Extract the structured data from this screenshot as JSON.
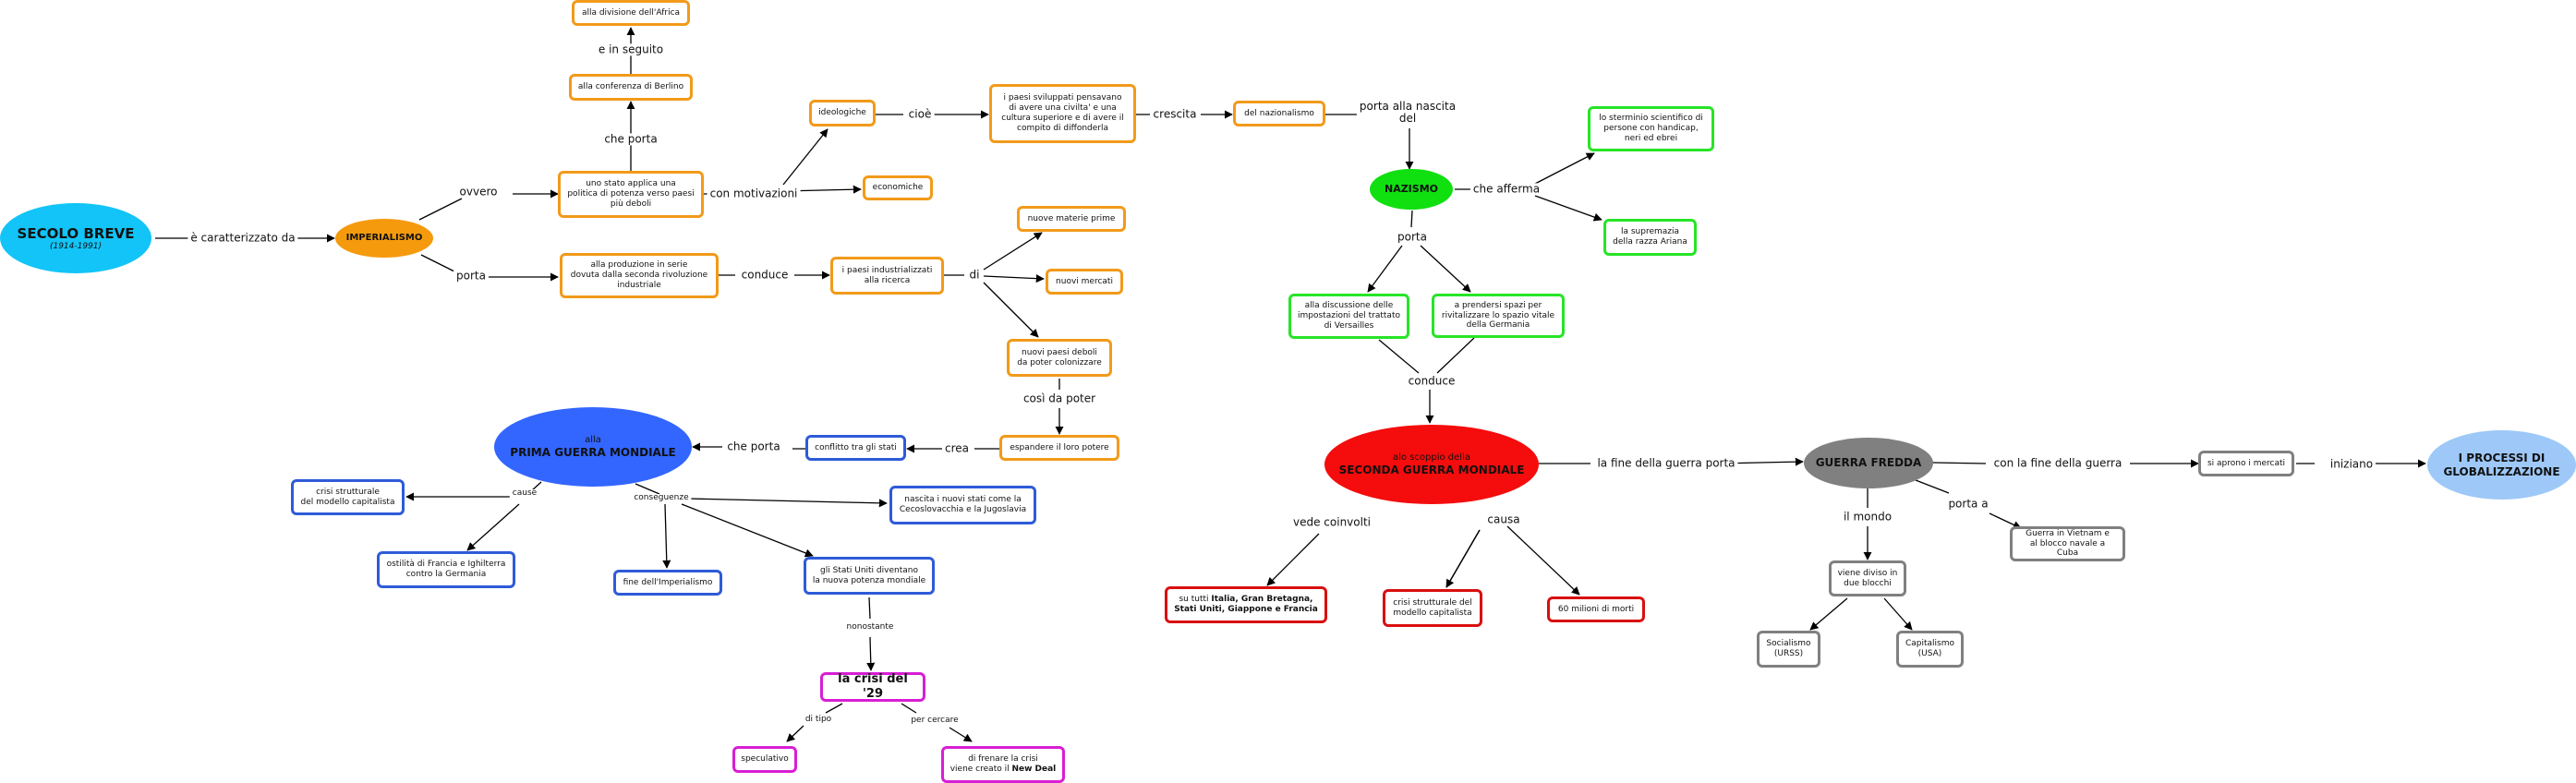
{
  "nodes": {
    "secolo_breve": {
      "title": "SECOLO BREVE",
      "subtitle": "(1914-1991)"
    },
    "imperialismo": "IMPERIALISMO",
    "divisione_africa": "alla divisione dell'Africa",
    "conferenza_berlino": "alla conferenza di Berlino",
    "stato_potenza": "uno stato applica una\npolitica di potenza verso paesi\npiù deboli",
    "produzione_serie": "alla produzione in serie\ndovuta dalla seconda rivoluzione\nindustriale",
    "ideologiche": "ideologiche",
    "economiche": "economiche",
    "paesi_sviluppati": "i paesi sviluppati pensavano\ndi avere una civilta' e una\ncultura superiore e di avere il\ncompito di diffonderla",
    "nazionalismo": "del nazionalismo",
    "paesi_industrializzati": "i paesi industrializzati\nalla ricerca",
    "nuove_materie": "nuove materie prime",
    "nuovi_mercati": "nuovi mercati",
    "nuovi_paesi_deboli": "nuovi paesi deboli\nda poter colonizzare",
    "espandere_potere": "espandere il loro potere",
    "conflitto": "conflitto tra gli stati",
    "prima_guerra": {
      "prefix": "alla",
      "title": "PRIMA GUERRA MONDIALE"
    },
    "crisi_strutturale_1": "crisi strutturale\ndel modello capitalista",
    "ostilita": "ostilità di Francia e Ighilterra\ncontro la Germania",
    "fine_imperialismo": "fine dell'Imperialismo",
    "nascita_stati": "nascita i nuovi stati come la\nCecoslovacchia e la Jugoslavia",
    "stati_uniti_potenza": "gli Stati Uniti diventano\nla nuova potenza mondiale",
    "crisi_29": "la crisi del '29",
    "speculativo": "speculativo",
    "new_deal": {
      "text": "di frenare la crisi\nviene creato il ",
      "bold": "New Deal"
    },
    "nazismo": "NAZISMO",
    "sterminio": "lo sterminio scientifico di\npersone con handicap,\nneri ed ebrei",
    "supremazia": "la supremazia\ndella razza Ariana",
    "versailles": "alla discussione delle\nimpostazioni del trattato\ndi Versailles",
    "spazi_vitali": "a prendersi spazi per\nrivitalizzare lo spazio vitale\ndella Germania",
    "seconda_guerra": {
      "prefix": "alo scoppio della",
      "title": "SECONDA GUERRA MONDIALE"
    },
    "coinvolti": {
      "text": "su tutti ",
      "bold": "Italia, Gran Bretagna,\nStati Uniti, Giappone e Francia"
    },
    "crisi_strutturale_2": "crisi strutturale del\nmodello capitalista",
    "morti": "60 milioni di morti",
    "guerra_fredda": "GUERRA FREDDA",
    "diviso_blocchi": "viene diviso in\ndue blocchi",
    "socialismo": "Socialismo\n(URSS)",
    "capitalismo": "Capitalismo\n(USA)",
    "vietnam_cuba": "Guerra in Vietnam e\nal blocco navale a Cuba",
    "mercati_aperti": "si aprono i mercati",
    "globalizzazione": "I PROCESSI DI\nGLOBALIZZAZIONE"
  },
  "links": {
    "caratterizzato": "è caratterizzato da",
    "ovvero": "ovvero",
    "porta_imp": "porta",
    "che_porta": "che porta",
    "e_in_seguito": "e in seguito",
    "con_motivazioni": "con motivazioni",
    "cioe": "cioè",
    "crescita": "crescita",
    "porta_nascita": "porta alla nascita\ndel",
    "conduce_1": "conduce",
    "di": "di",
    "cosi_da_potere": "così da poter",
    "crea": "crea",
    "che_porta_2": "che porta",
    "cause": "cause",
    "conseguenze": "conseguenze",
    "nonostante": "nonostante",
    "di_tipo": "di tipo",
    "per_cercare": "per cercare",
    "che_afferma": "che afferma",
    "porta_naz": "porta",
    "conduce_2": "conduce",
    "vede_coinvolti": "vede coinvolti",
    "causa": "causa",
    "fine_guerra_porta": "la fine della guerra porta",
    "il_mondo": "il mondo",
    "porta_a": "porta a",
    "con_fine_guerra": "con la fine della guerra",
    "iniziano": "iniziano"
  },
  "colors": {
    "orange": "#f29a1a",
    "green": "#27e427",
    "blue": "#2e5bd8",
    "magenta": "#d81ed4",
    "red": "#d90f0f",
    "gray": "#808080",
    "secolo_fill": "#12c4f7",
    "imperialismo_fill": "#f59a0d",
    "prima_fill": "#3366ff",
    "nazismo_fill": "#10e010",
    "seconda_fill": "#f50c0c",
    "fredda_fill": "#808080",
    "globalizzazione_fill": "#9dc8f7"
  }
}
